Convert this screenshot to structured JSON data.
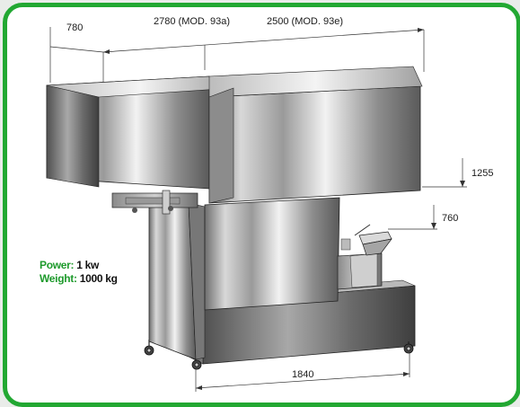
{
  "dimensions": {
    "top_left": "780",
    "top_a": "2780 (MOD. 93a)",
    "top_e": "2500 (MOD. 93e)",
    "height_upper": "1255",
    "height_lower": "760",
    "base_width": "1840"
  },
  "specs": {
    "power_label": "Power:",
    "power_value": "1 kw",
    "weight_label": "Weight:",
    "weight_value": "1000 kg"
  },
  "colors": {
    "frame": "#22a832",
    "spec_label": "#1e9a2c"
  }
}
